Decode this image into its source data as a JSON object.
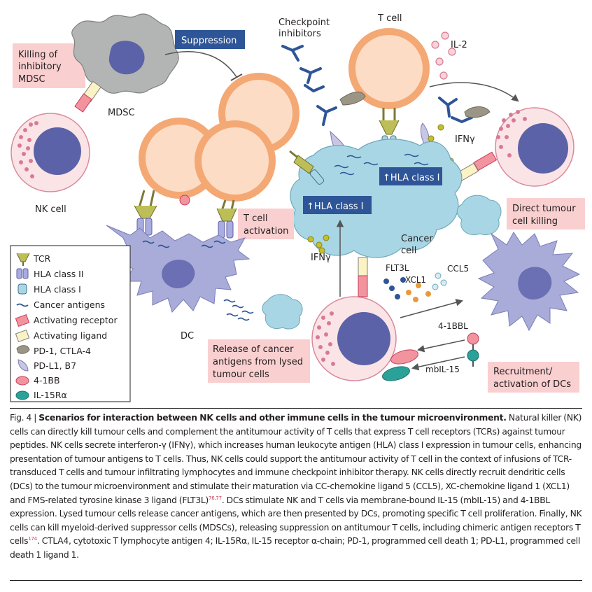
{
  "labels": {
    "killing_mdsc": [
      "Killing of",
      "inhibitory",
      "MDSC"
    ],
    "mdsc": "MDSC",
    "nk_cell": "NK cell",
    "suppression": "Suppression",
    "checkpoint": [
      "Checkpoint",
      "inhibitors"
    ],
    "t_cell": "T cell",
    "il2": "IL-2",
    "ifng_top": "IFNγ",
    "hla_right": "↑HLA class I",
    "hla_left": "↑HLA class I",
    "t_activation": [
      "T cell",
      "activation"
    ],
    "direct_killing": [
      "Direct tumour",
      "cell killing"
    ],
    "cancer_cell": [
      "Cancer",
      "cell"
    ],
    "ifng_mid": "IFNγ",
    "flt3l": "FLT3L",
    "xcl1": "XCL1",
    "ccl5": "CCL5",
    "dc": "DC",
    "bbl": "4-1BBL",
    "mbil15": "mbIL-15",
    "release": [
      "Release of cancer",
      "antigens from lysed",
      "tumour cells"
    ],
    "recruitment": [
      "Recruitment/",
      "activation of DCs"
    ]
  },
  "legend": [
    {
      "icon": "tcr-icon",
      "label": "TCR"
    },
    {
      "icon": "hla-class-ii-icon",
      "label": "HLA class II"
    },
    {
      "icon": "hla-class-i-icon",
      "label": "HLA class I"
    },
    {
      "icon": "cancer-antigen-icon",
      "label": "Cancer antigens"
    },
    {
      "icon": "activating-receptor-icon",
      "label": "Activating receptor"
    },
    {
      "icon": "activating-ligand-icon",
      "label": "Activating ligand"
    },
    {
      "icon": "pd1-ctla4-icon",
      "label": "PD-1, CTLA-4"
    },
    {
      "icon": "pdl1-b7-icon",
      "label": "PD-L1, B7"
    },
    {
      "icon": "4-1bb-icon",
      "label": "4-1BB"
    },
    {
      "icon": "il15ra-icon",
      "label": "IL-15Rα"
    }
  ],
  "colors": {
    "nk_fill": "#fbe4e6",
    "nk_nucleus": "#5b62a8",
    "nk_granule": "#d77a98",
    "t_cell_fill": "#f4a874",
    "t_cell_inner": "#fcdcc4",
    "cancer_fill": "#a9d6e4",
    "dc_fill": "#a9acd8",
    "dc_nucleus": "#6b6fb4",
    "mdsc_fill": "#b3b5b5",
    "label_box": "#f9cfd0",
    "dark_box": "#2e5597",
    "accent": "#c73a5a"
  },
  "caption": {
    "fig_label": "Fig. 4 |",
    "title": "Scenarios for interaction between NK cells and other immune cells in the tumour microenvironment.",
    "body_1": "Natural killer (NK) cells can directly kill tumour cells and complement the antitumour activity of T cells that express T cell receptors (TCRs) against tumour peptides. NK cells secrete interferon-γ (IFNγ), which increases human leukocyte antigen (HLA) class I expression in tumour cells, enhancing presentation of tumour antigens to T cells. Thus, NK cells could support the antitumour activity of T cell in the context of infusions of TCR-transduced T cells and tumour infiltrating lymphocytes and immune checkpoint inhibitor therapy. NK cells directly recruit dendritic cells (DCs) to the tumour microenvironment and stimulate their maturation via CC-chemokine ligand 5 (CCL5), XC-chemokine ligand 1 (XCL1) and FMS-related tyrosine kinase 3 ligand (FLT3L)",
    "ref_1": "76,77",
    "body_2": ". DCs stimulate NK and T cells via membrane-bound IL-15 (mbIL-15) and 4-1BBL expression. Lysed tumour cells release cancer antigens, which are then presented by DCs, promoting specific T cell proliferation. Finally, NK cells can kill myeloid-derived suppressor cells (MDSCs), releasing suppression on antitumour T cells, including chimeric antigen receptors T cells",
    "ref_2": "174",
    "body_3": ". CTLA4, cytotoxic T lymphocyte antigen 4; IL-15Rα, IL-15 receptor α-chain; PD-1, programmed cell death 1; PD-L1, programmed cell death 1 ligand 1."
  }
}
